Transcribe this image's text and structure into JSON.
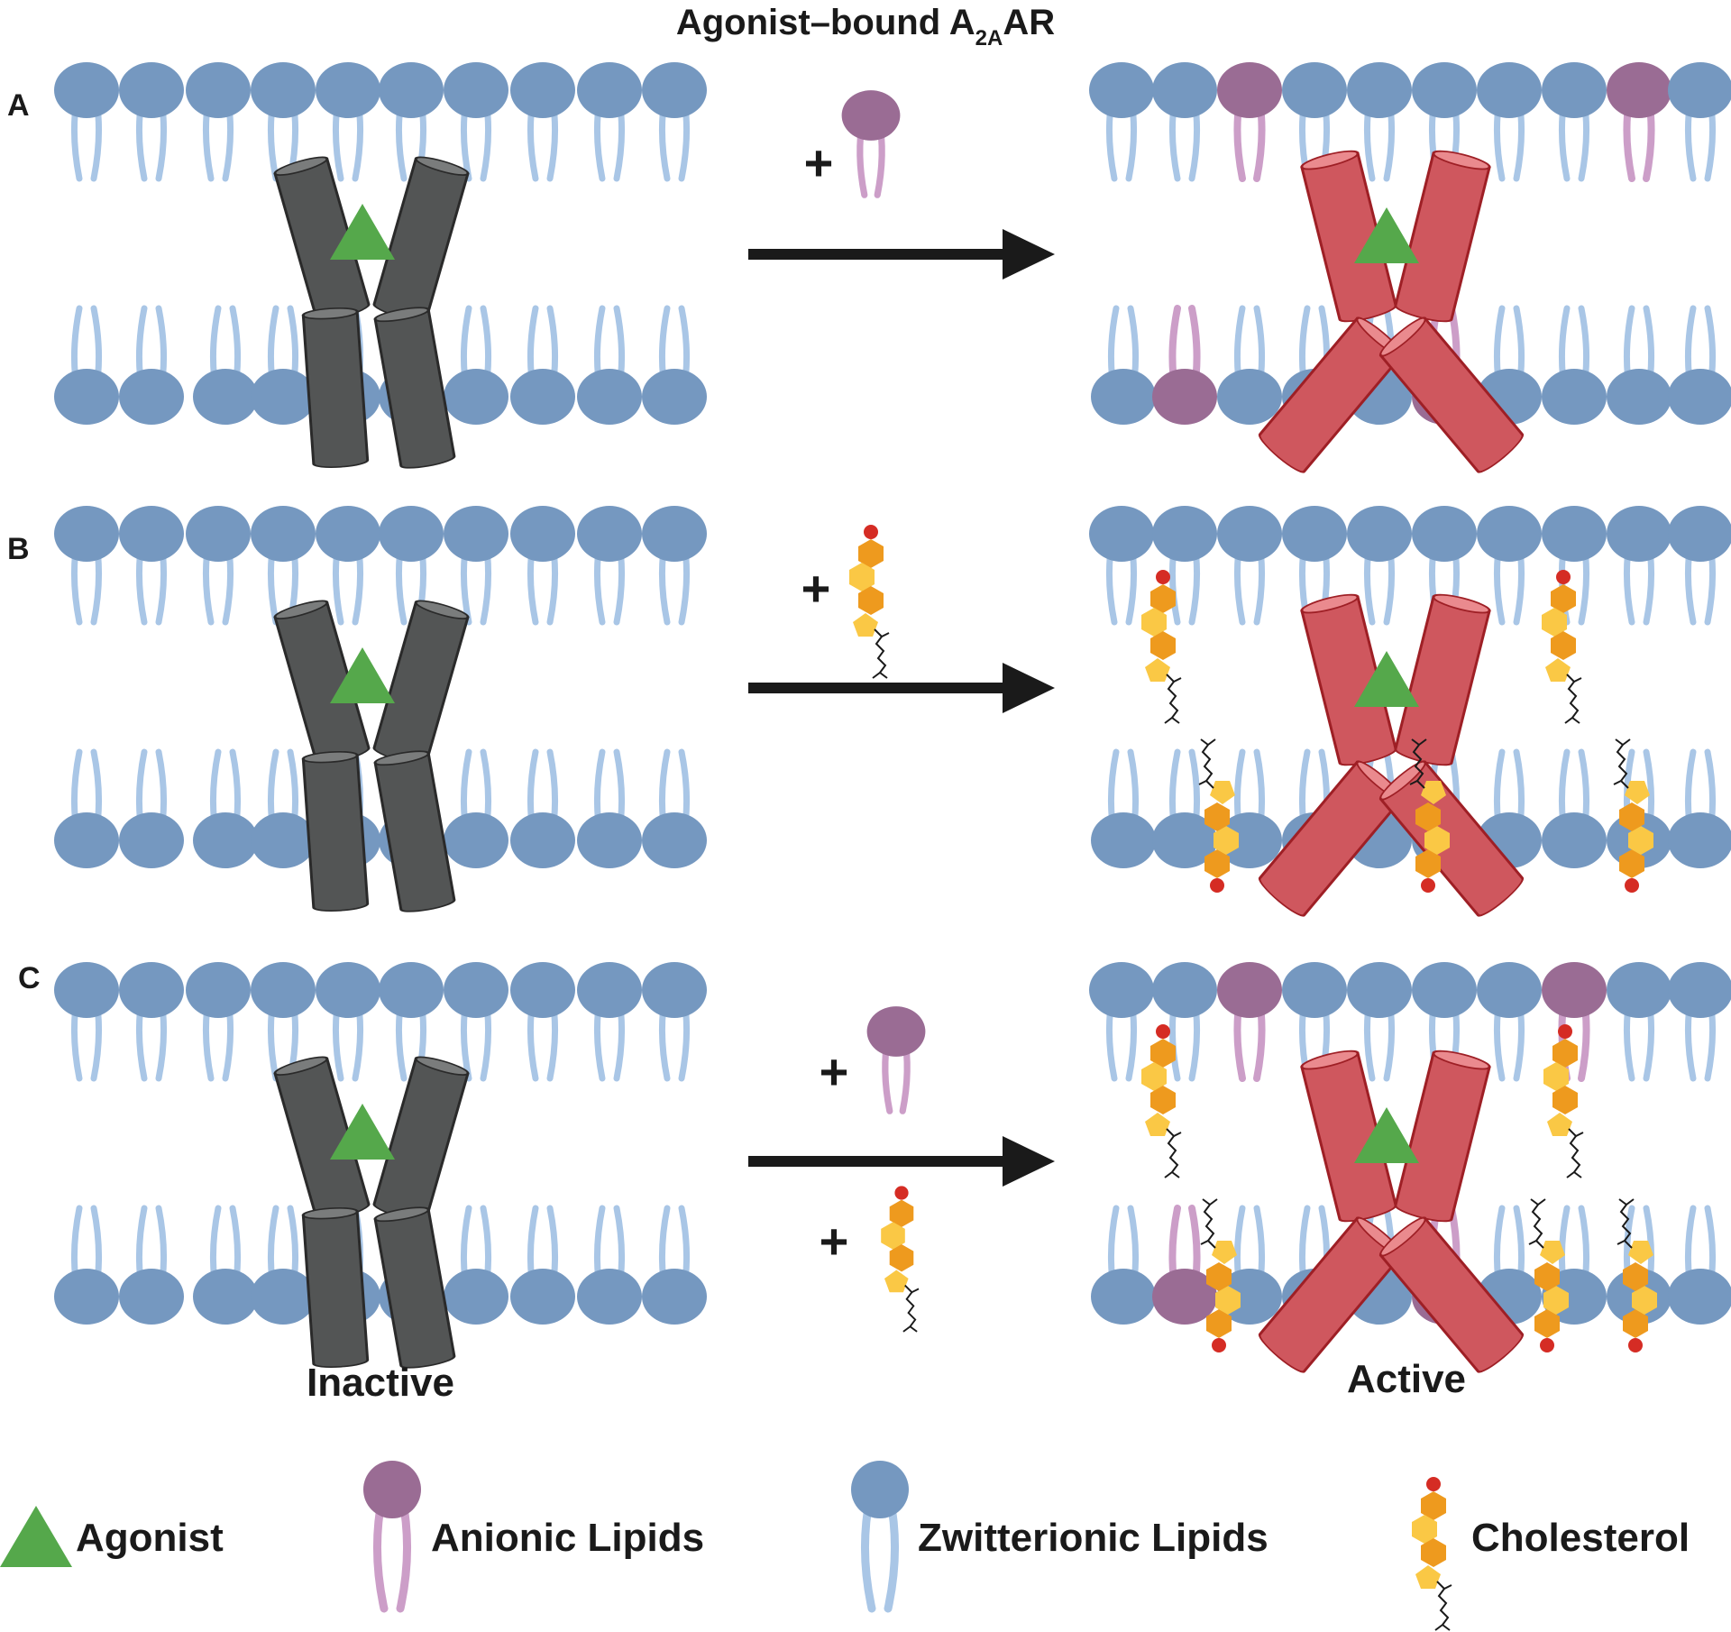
{
  "title": {
    "main": "Agonist–bound A",
    "sub": "2A",
    "suffix": "AR"
  },
  "panels": [
    {
      "label": "A",
      "additives": [
        "anionic"
      ]
    },
    {
      "label": "B",
      "additives": [
        "cholesterol"
      ]
    },
    {
      "label": "C",
      "additives": [
        "anionic",
        "cholesterol"
      ]
    }
  ],
  "plus_sign": "+",
  "state_labels": {
    "inactive": "Inactive",
    "active": "Active"
  },
  "legend": [
    {
      "key": "agonist",
      "label": "Agonist",
      "icon": "triangle"
    },
    {
      "key": "anionic",
      "label": "Anionic Lipids",
      "icon": "lipid"
    },
    {
      "key": "zwitterionic",
      "label": "Zwitterionic Lipids",
      "icon": "lipid"
    },
    {
      "key": "cholesterol",
      "label": "Cholesterol",
      "icon": "sterol"
    }
  ],
  "colors": {
    "zwitterionic_head": "#7598c0",
    "zwitterionic_tail": "#a9c6e6",
    "anionic_head": "#9a6c94",
    "anionic_tail": "#cc9ec8",
    "inactive_receptor": "#535555",
    "active_receptor": "#cf575e",
    "agonist": "#55a84b",
    "cholesterol_orange": "#ee9a1e",
    "cholesterol_yellow": "#fac845",
    "hydroxyl_red": "#d52c24",
    "arrow": "#1a1a1a"
  }
}
